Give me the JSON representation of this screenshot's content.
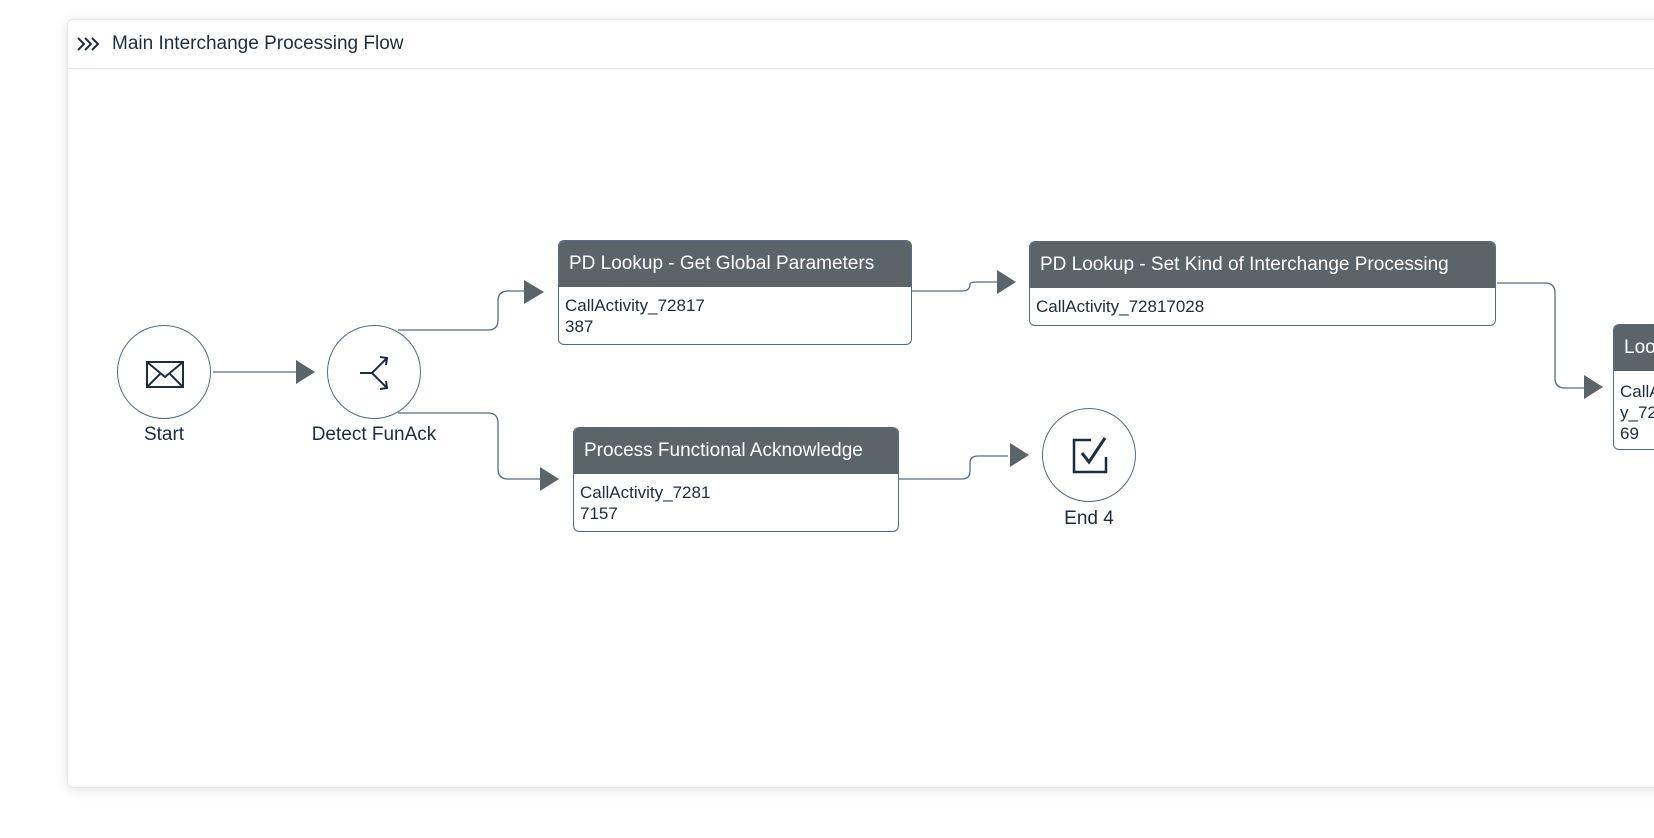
{
  "panel": {
    "title": "Main Interchange Processing Flow",
    "header_icon": "expand-chevrons-icon"
  },
  "colors": {
    "task_header": "#5b6469",
    "connector": "#556b82",
    "arrow": "#5b6469"
  },
  "nodes": {
    "start": {
      "label": "Start",
      "icon": "envelope-icon"
    },
    "gateway": {
      "label": "Detect FunAck",
      "icon": "split-arrows-icon"
    },
    "task_global": {
      "title": "PD Lookup - Get Global Parameters",
      "body": "CallActivity_72817\n387"
    },
    "task_kind": {
      "title": "PD Lookup - Set Kind of Interchange Processing",
      "body": "CallActivity_72817028"
    },
    "task_funack": {
      "title": "Process Functional Acknowledge",
      "body": "CallActivity_7281\n7157"
    },
    "end4": {
      "label": "End 4",
      "icon": "checkbox-icon"
    },
    "task_partial": {
      "title": "Loo",
      "body": "CallA\ny_72\n69"
    }
  }
}
